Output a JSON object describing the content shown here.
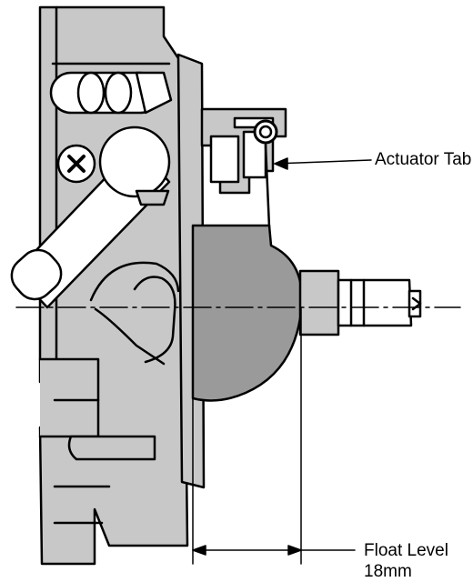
{
  "labels": {
    "actuator_tab": "Actuator Tab",
    "float_level": "Float Level",
    "float_level_value": "18mm"
  },
  "colors": {
    "body": "#c8c8c8",
    "float": "#9a9a9a",
    "highlight": "#ffffff",
    "line": "#000000"
  }
}
